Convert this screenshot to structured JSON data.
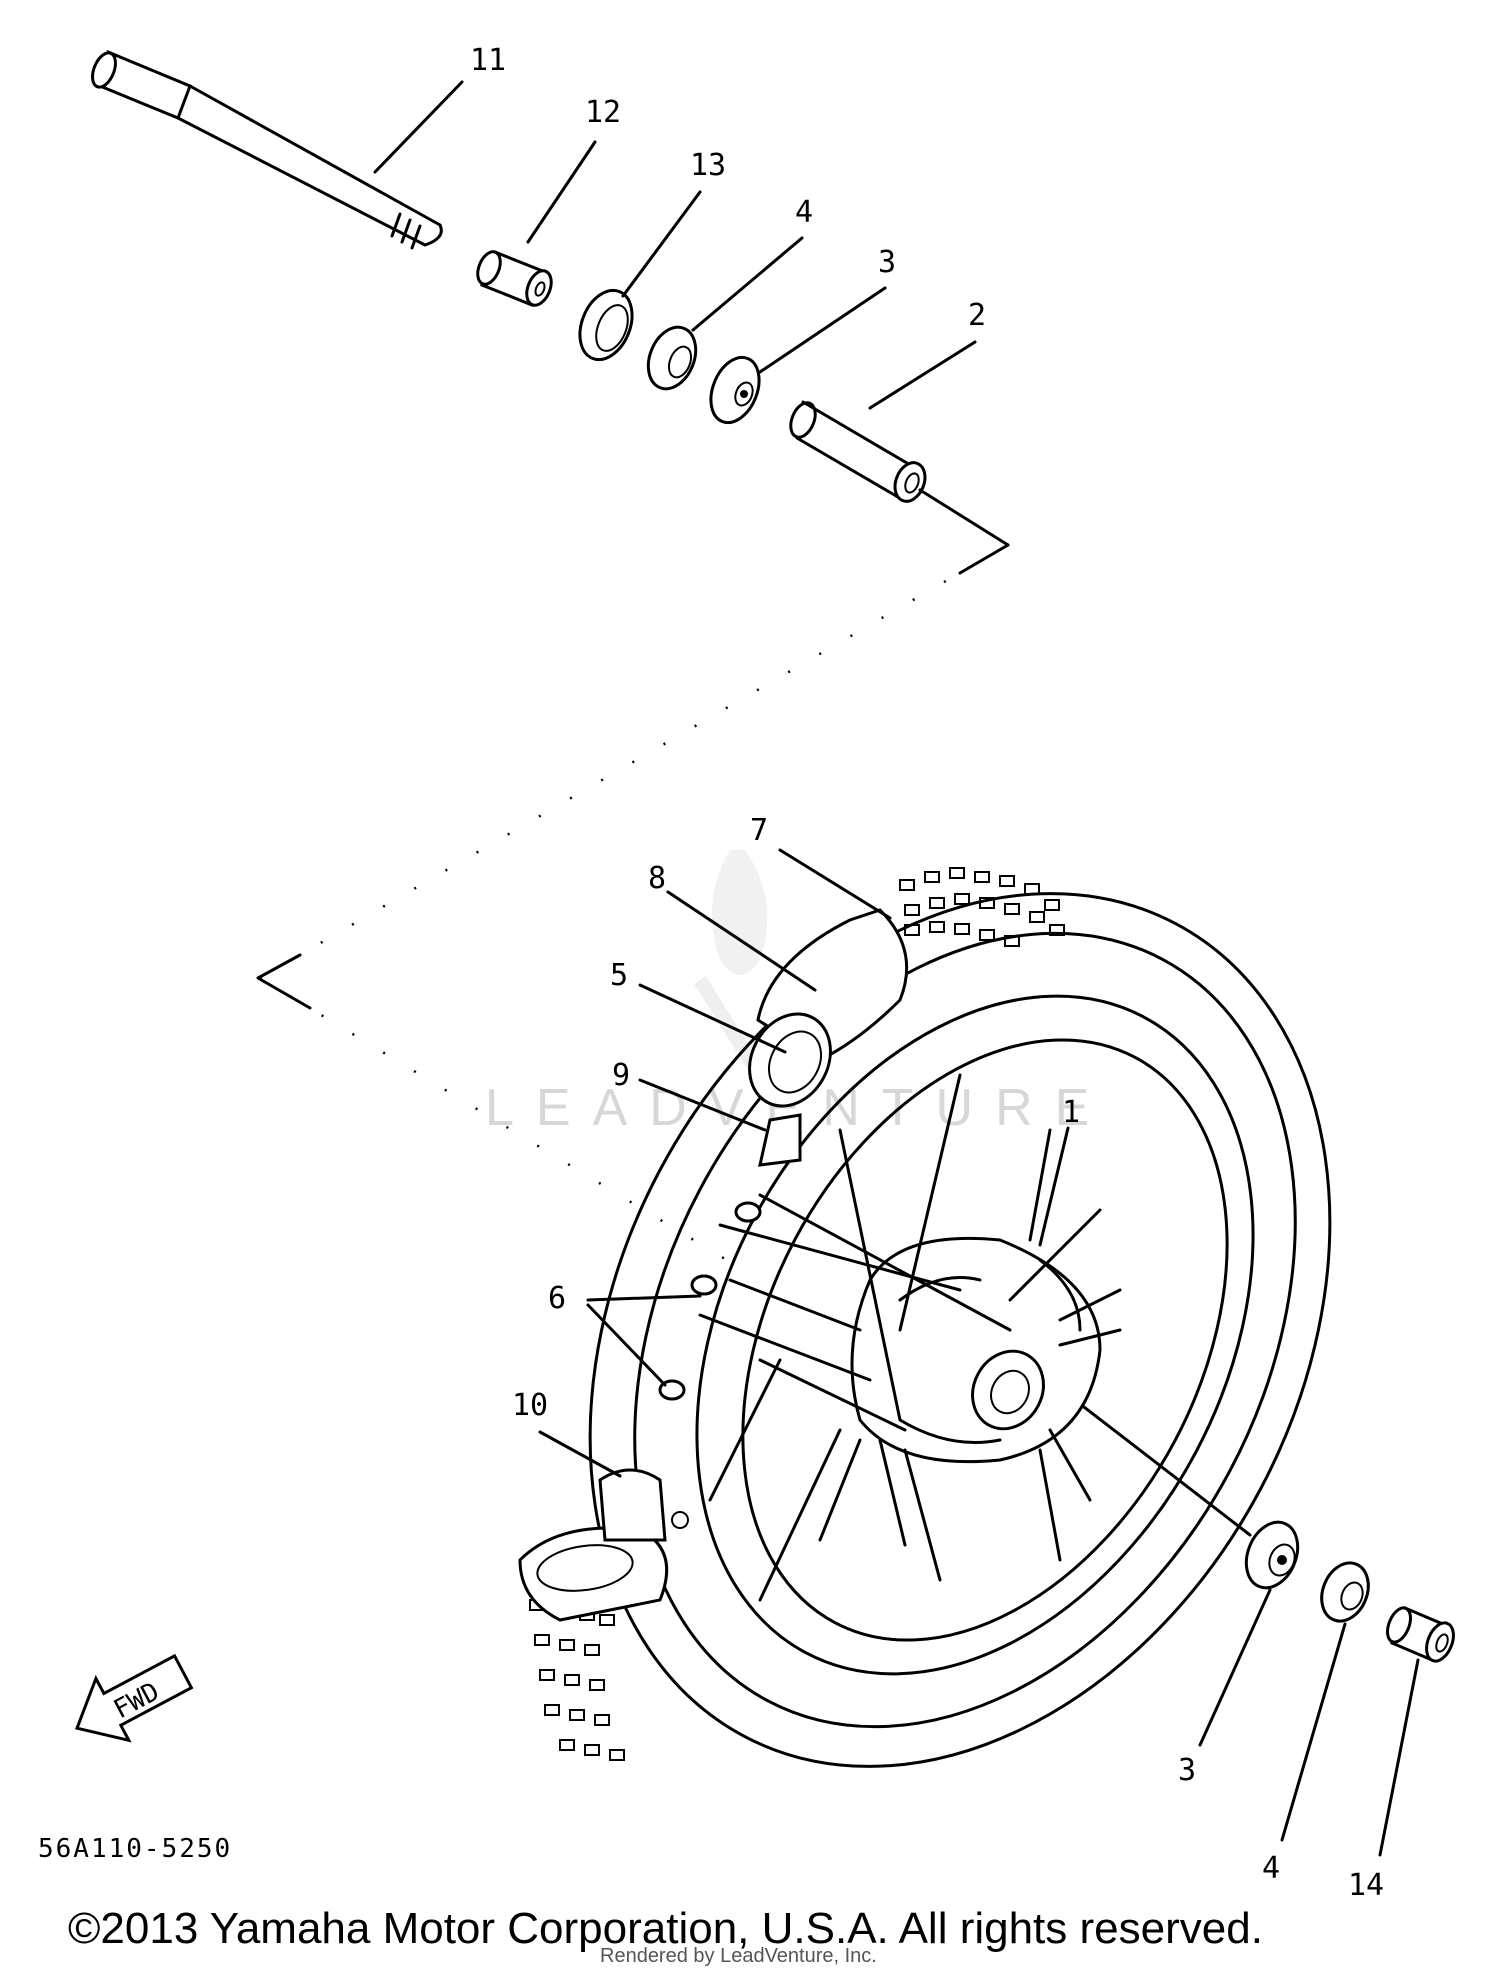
{
  "diagram": {
    "callouts": [
      "1",
      "2",
      "3",
      "4",
      "5",
      "6",
      "7",
      "8",
      "9",
      "10",
      "11",
      "12",
      "13",
      "14",
      "3",
      "4"
    ],
    "fwd_label": "FWD",
    "diagram_code": "56A110-5250",
    "watermark": "LEADVENTURE",
    "copyright": "©2013 Yamaha Motor Corporation, U.S.A. All rights reserved.",
    "rendered_by": "Rendered by LeadVenture, Inc."
  }
}
